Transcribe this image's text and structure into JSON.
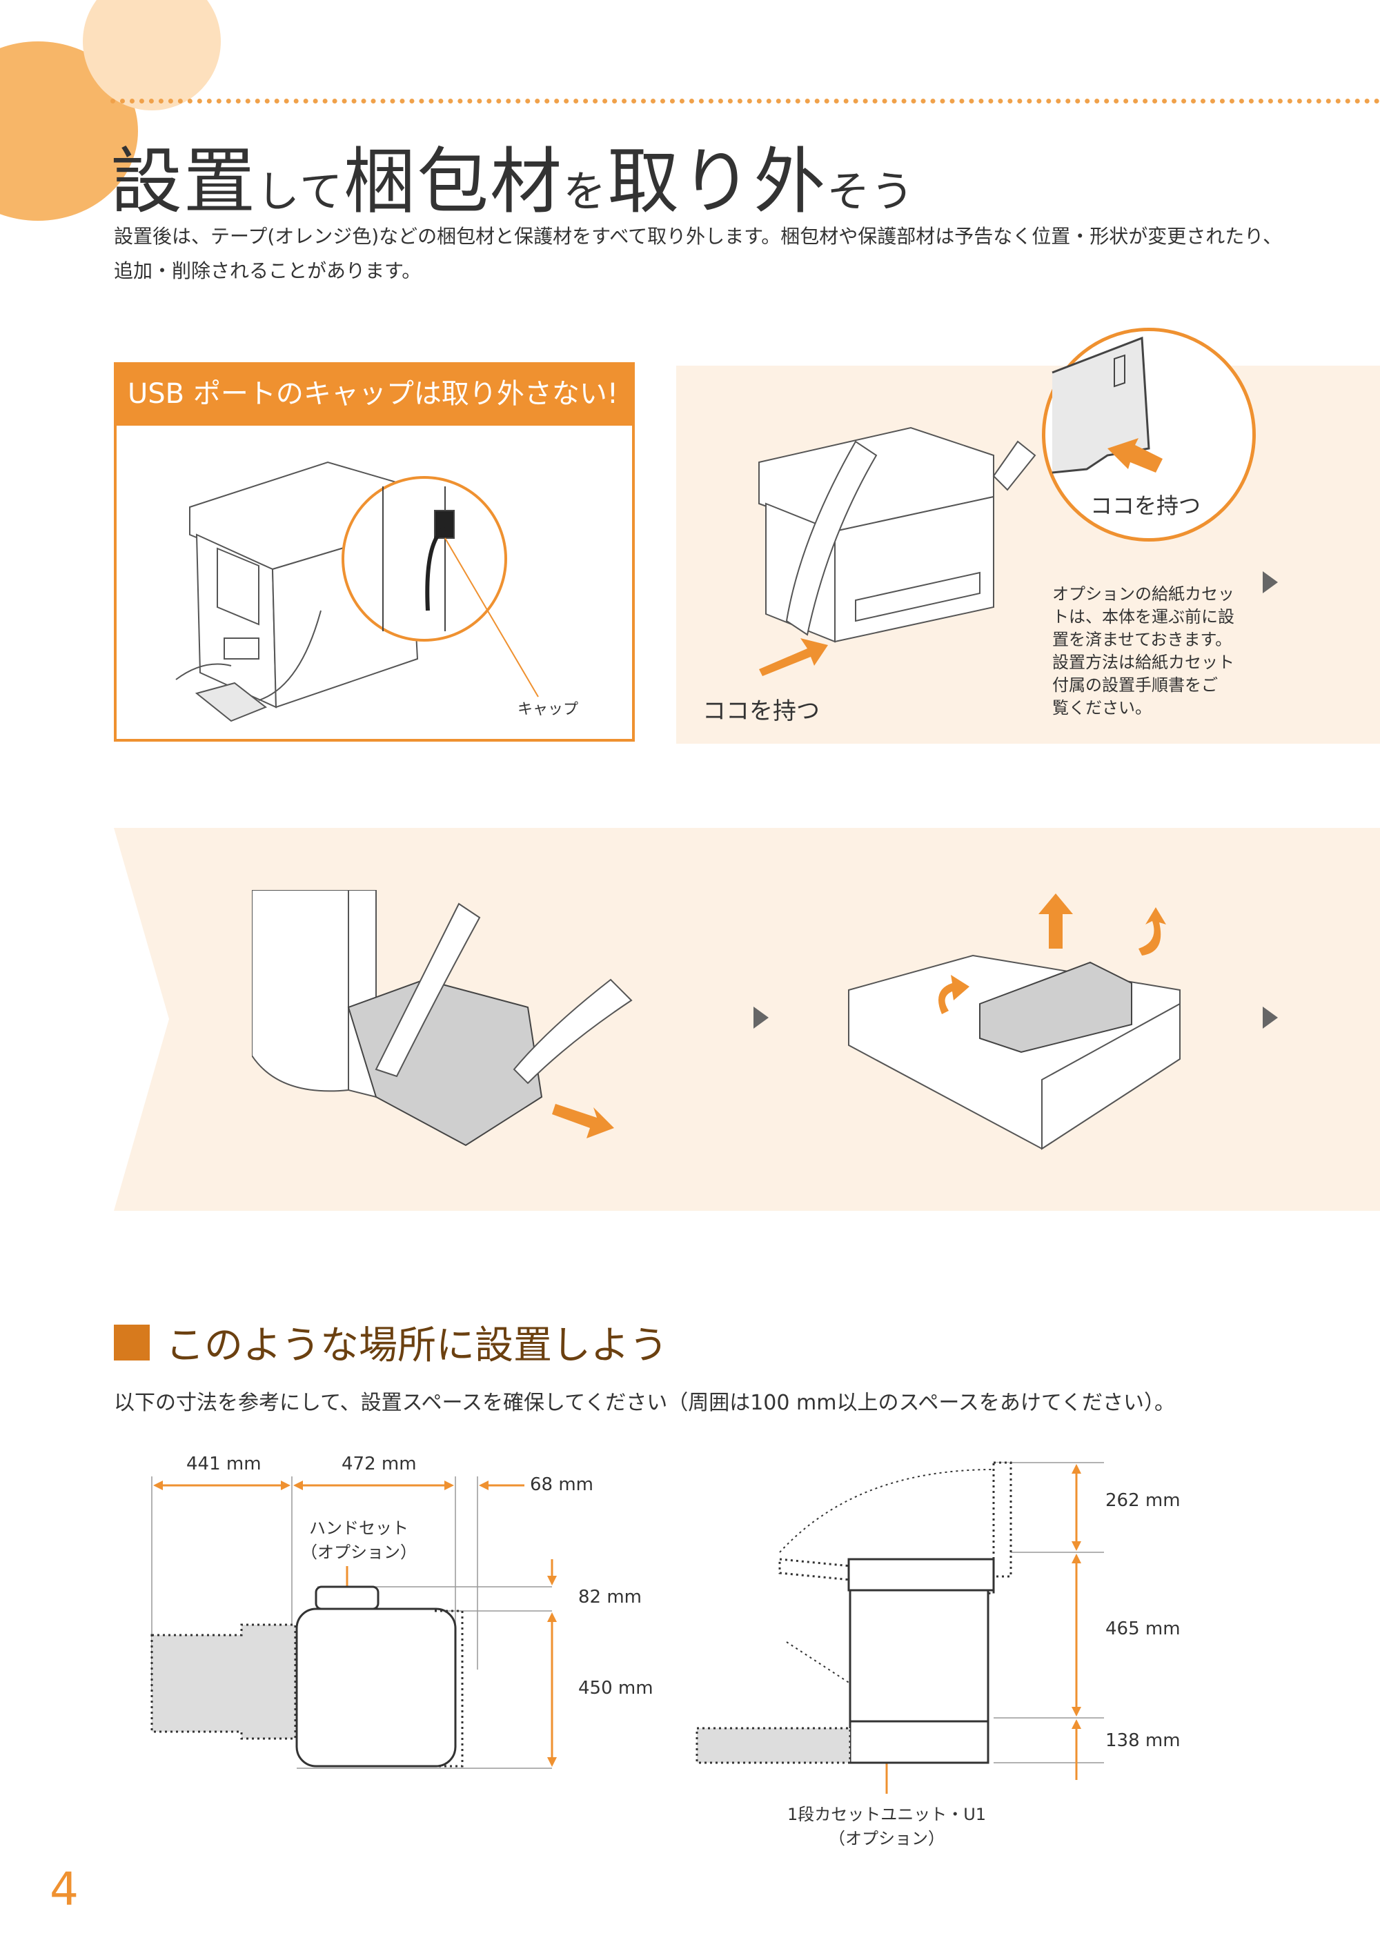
{
  "header": {
    "title_parts": [
      "設置",
      "して",
      "梱包材",
      "を",
      "取り外",
      "そう"
    ],
    "intro": "設置後は、テープ(オレンジ色)などの梱包材と保護材をすべて取り外します。梱包材や保護部材は予告なく位置・形状が変更されたり、追加・削除されることがあります。"
  },
  "usb_box": {
    "heading": "USB ポートのキャップは取り外さない!",
    "cap_label": "キャップ"
  },
  "carry_panel": {
    "hold_label_zoom": "ココを持つ",
    "hold_label_front": "ココを持つ",
    "note_lines": [
      "オプションの給紙カセッ",
      "トは、本体を運ぶ前に設",
      "置を済ませておきます。",
      "設置方法は給紙カセット",
      "付属の設置手順書をご",
      "覧ください。"
    ]
  },
  "section": {
    "title": "このような場所に設置しよう",
    "body": "以下の寸法を参考にして、設置スペースを確保してください（周囲は100 mm以上のスペースをあけてください）。"
  },
  "dimensions_top": {
    "w1": "441 mm",
    "w2": "472 mm",
    "w3": "68 mm",
    "handset_line1": "ハンドセット",
    "handset_line2": "（オプション）",
    "d1": "82 mm",
    "d2": "450 mm"
  },
  "dimensions_side": {
    "h1": "262 mm",
    "h2": "465 mm",
    "h3": "138 mm",
    "cassette_line1": "1段カセットユニット・U1",
    "cassette_line2": "（オプション）"
  },
  "page_number": "4",
  "colors": {
    "accent": "#ef9130",
    "panel": "#fdf1e4",
    "section_square": "#d77a1d",
    "section_title": "#6b4010"
  }
}
